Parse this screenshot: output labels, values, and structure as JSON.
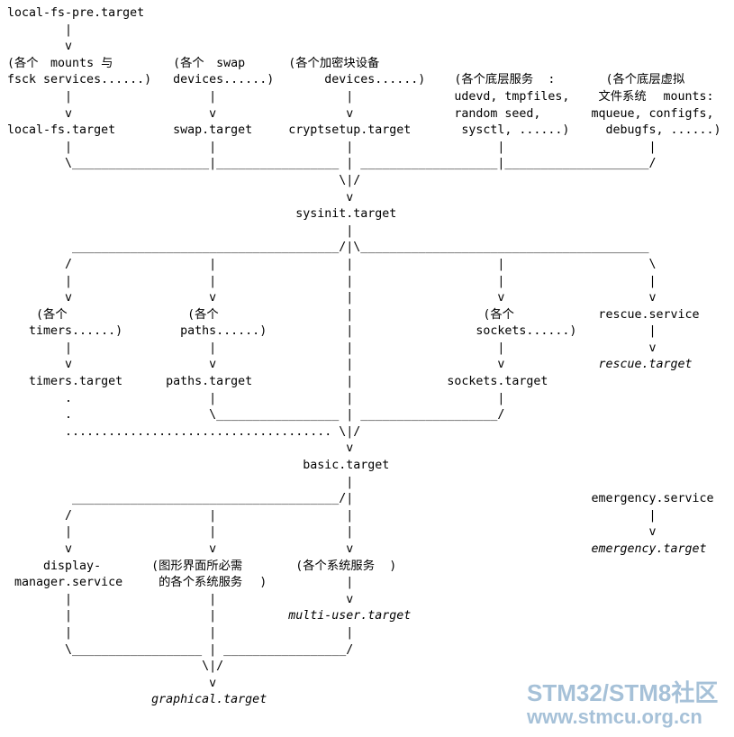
{
  "diagram": {
    "lines": [
      "local-fs-pre.target",
      "        |",
      "        v",
      "(各个 mounts 与        (各个 swap      (各个加密块设备",
      "fsck services......)   devices......)       devices......)    (各个底层服务:       (各个底层虚拟",
      "        |                   |                  |              udevd, tmpfiles,    文件系统 mounts:",
      "        v                   v                  v              random seed,       mqueue, configfs,",
      "local-fs.target        swap.target     cryptsetup.target       sysctl, ......)     debugfs, ......)",
      "        |                   |                  |                    |                    |",
      "        \\___________________|_________________ | ___________________|____________________/",
      "                                              \\|/",
      "                                               v",
      "                                        sysinit.target",
      "                                               |",
      "         _____________________________________/|\\________________________________________",
      "        /                   |                  |                    |                    \\",
      "        |                   |                  |                    |                    |",
      "        v                   v                  |                    v                    v",
      "    (各个                (各个                 |                  (各个           rescue.service",
      "   timers......)        paths......)           |                 sockets......)          |",
      "        |                   |                  |                    |                    v",
      "        v                   v                  |                    v             rescue.target",
      "   timers.target      paths.target             |             sockets.target",
      "        .                   |                  |                    |",
      "        .                   \\_________________ | ___________________/",
      "        ..................................... \\|/",
      "                                               v",
      "                                         basic.target",
      "                                               |",
      "         _____________________________________/|                                 emergency.service",
      "        /                   |                  |                                         |",
      "        |                   |                  |                                         v",
      "        v                   v                  v                                 emergency.target",
      "     display-       (图形界面所必需     (各个系统服务)",
      " manager.service     的各个系统服务)           |",
      "        |                   |                  v",
      "        |                   |          multi-user.target",
      "        |                   |                  |",
      "        \\__________________ | _________________/",
      "                           \\|/",
      "                            v",
      "                    graphical.target"
    ],
    "italic_terms": [
      "rescue.target",
      "emergency.target",
      "multi-user.target",
      "graphical.target"
    ]
  },
  "watermark": {
    "line1": "STM32/STM8社区",
    "line2": "www.stmcu.org.cn",
    "color": "#a6c1d8"
  }
}
